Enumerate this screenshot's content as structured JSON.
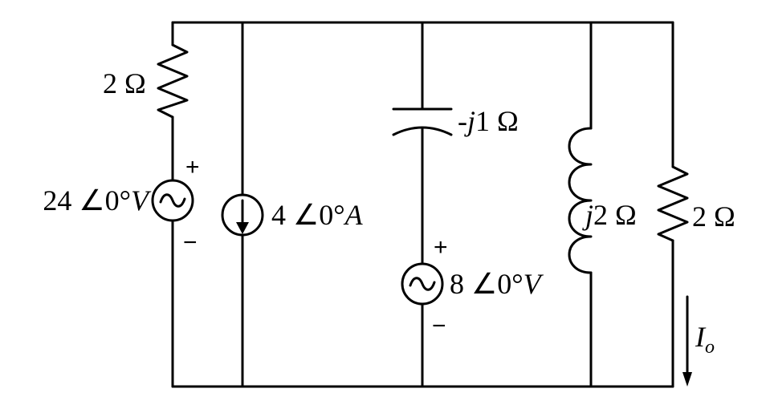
{
  "colors": {
    "stroke": "#000000",
    "background": "#ffffff"
  },
  "components": {
    "r_left": {
      "label": "2 Ω"
    },
    "vs_left": {
      "magnitude": "24",
      "angle": "∠0°",
      "unit": "V",
      "plus": "+",
      "minus": "−"
    },
    "is_source": {
      "magnitude": "4",
      "angle": "∠0°",
      "unit": "A"
    },
    "capacitor": {
      "prefix": "-",
      "j": "j",
      "value": "1 Ω"
    },
    "vs_mid": {
      "magnitude": "8",
      "angle": "∠0°",
      "unit": "V",
      "plus": "+",
      "minus": "−"
    },
    "inductor": {
      "j": "j",
      "value": "2 Ω"
    },
    "r_right": {
      "label": "2 Ω"
    }
  },
  "current_io": {
    "symbol": "I",
    "subscript": "o"
  }
}
